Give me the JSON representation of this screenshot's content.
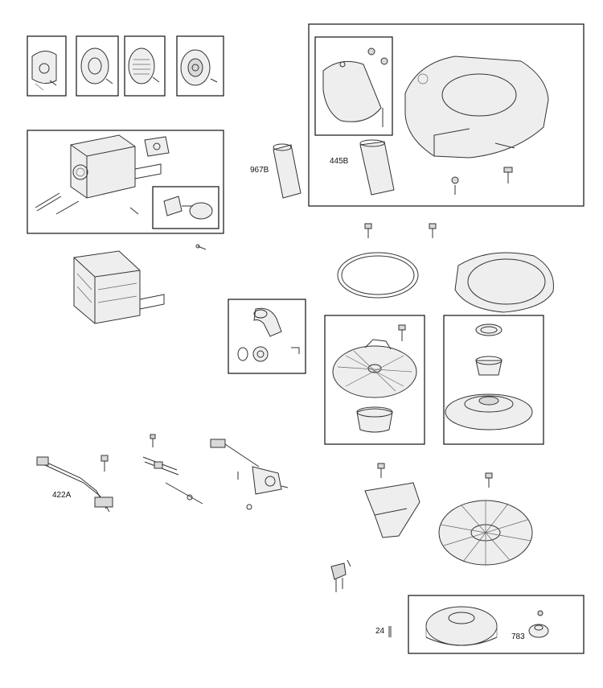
{
  "callouts": {
    "c967b": "967B",
    "c445b": "445B",
    "c422a": "422A",
    "c24": "24",
    "c783": "783"
  },
  "icons": {
    "parts": [
      "muffler-guard",
      "muffler",
      "air-cleaner",
      "blower-housing",
      "recoil-starter",
      "fan-screen",
      "flywheel",
      "ignition-armature",
      "fuel-solenoid",
      "screw"
    ]
  }
}
